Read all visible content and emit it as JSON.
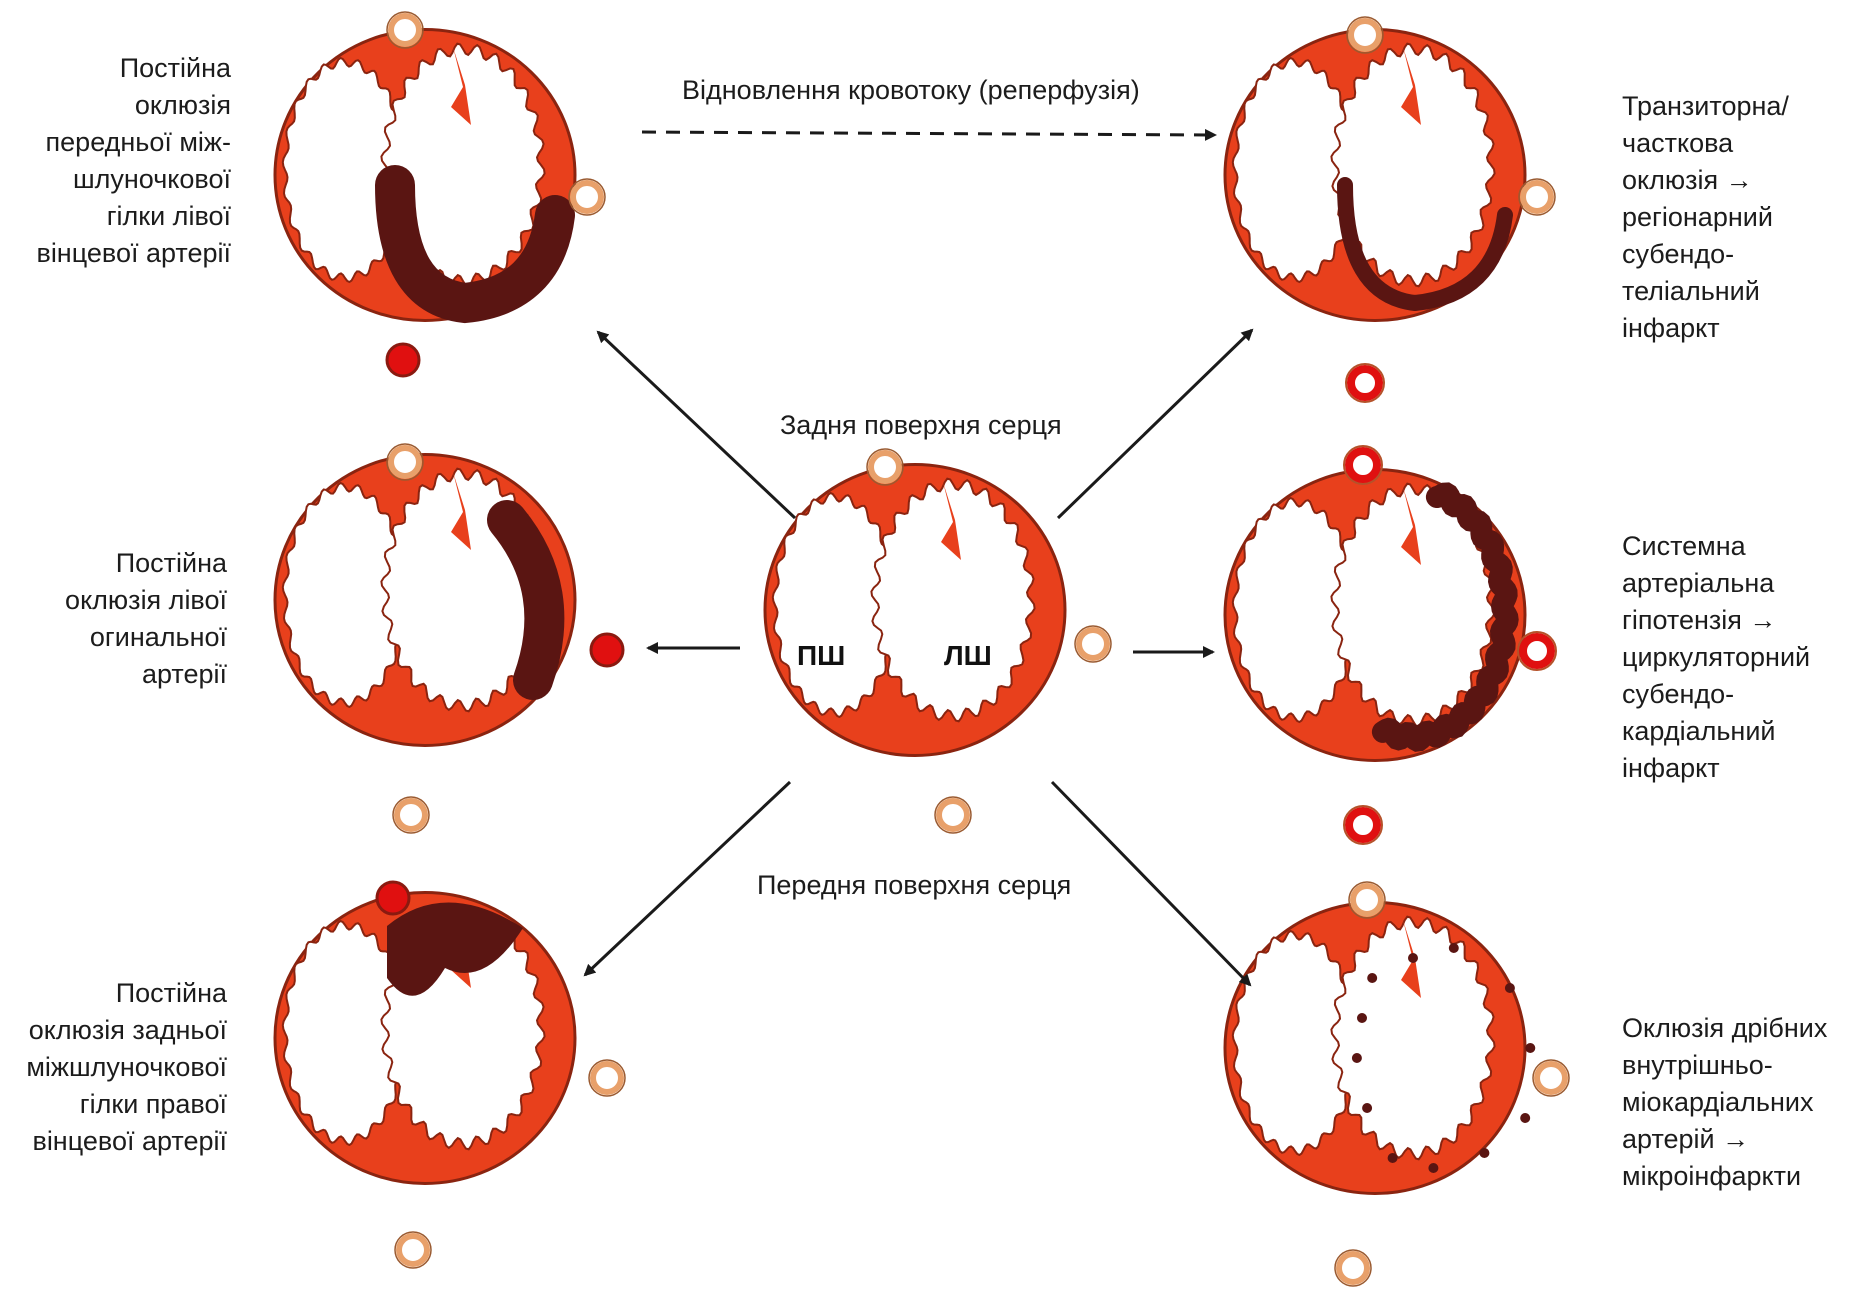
{
  "diagram": {
    "reperfusion_label": "Відновлення кровотоку (реперфузія)",
    "posterior_surface": "Задня поверхня серця",
    "anterior_surface": "Передня поверхня серця",
    "rv_label": "ПШ",
    "lv_label": "ЛШ",
    "left_captions": [
      {
        "lines": [
          "Постійна",
          "оклюзія",
          "передньої між-",
          "шлуночкової",
          "гілки лівої",
          "вінцевої артерії"
        ]
      },
      {
        "lines": [
          "Постійна",
          "оклюзія лівої",
          "огинальної",
          "артерії"
        ]
      },
      {
        "lines": [
          "Постійна",
          "оклюзія задньої",
          "міжшлуночкової",
          "гілки правої",
          "вінцевої артерії"
        ]
      }
    ],
    "right_captions": [
      {
        "lines": [
          "Транзиторна/",
          "часткова",
          "оклюзія  →",
          "регіонарний",
          "субендо-",
          "теліальний",
          "інфаркт"
        ]
      },
      {
        "lines": [
          "Системна",
          "артеріальна",
          "гіпотензія  →",
          "циркуляторний",
          "субендо-",
          "кардіальний",
          "інфаркт"
        ]
      },
      {
        "lines": [
          "Оклюзія дрібних",
          "внутрішньо-",
          "міокардіальних",
          "артерій      →",
          "мікроінфаркти"
        ]
      }
    ],
    "colors": {
      "myocardium": "#e8401c",
      "infarct": "#5a1512",
      "vessel_ring": "#e8a06a",
      "occluded_vessel": "#e01010",
      "arrow": "#1a1a1a"
    }
  }
}
